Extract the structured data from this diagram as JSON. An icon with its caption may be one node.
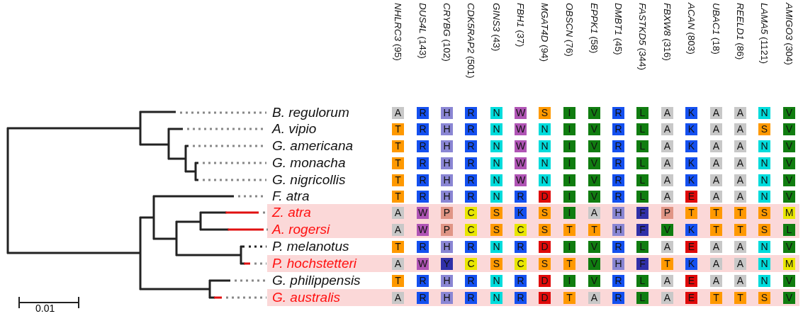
{
  "diagram": {
    "labels": [
      "*NHLRC3* (95)",
      "*DUS4L* (143)",
      "*CRYBG* (102)",
      "*CDK5RAP2* (501)",
      "*GINS3* (43)",
      "*FBH1* (37)",
      "*MGAT4D* (94)",
      "*OBSCN* (76)",
      "*EPPK1* (58)",
      "*DMBT1* (45)",
      "*FASTKD5* (344)",
      "*FBXW8* (316)",
      "*ACAN* (803)",
      "*UBAC1* (18)",
      "*REELD1* (86)",
      "*LAMA5* (1121)",
      "*AMIGO3* (304)",
      "B. regulorum",
      "A",
      "R",
      "H",
      "R",
      "N",
      "W",
      "S",
      "I",
      "V",
      "R",
      "L",
      "A",
      "K",
      "A",
      "A",
      "N",
      "V",
      "A. vipio",
      "T",
      "R",
      "H",
      "R",
      "N",
      "W",
      "N",
      "I",
      "V",
      "R",
      "L",
      "A",
      "K",
      "A",
      "A",
      "S",
      "V",
      "G. americana",
      "T",
      "R",
      "H",
      "R",
      "N",
      "W",
      "N",
      "I",
      "V",
      "R",
      "L",
      "A",
      "K",
      "A",
      "A",
      "N",
      "V",
      "G. monacha",
      "T",
      "R",
      "H",
      "R",
      "N",
      "W",
      "N",
      "I",
      "V",
      "R",
      "L",
      "A",
      "K",
      "A",
      "A",
      "N",
      "V",
      "G. nigricollis",
      "T",
      "R",
      "H",
      "R",
      "N",
      "W",
      "N",
      "I",
      "V",
      "R",
      "L",
      "A",
      "K",
      "A",
      "A",
      "N",
      "V",
      "F. atra",
      "T",
      "R",
      "H",
      "R",
      "N",
      "R",
      "D",
      "I",
      "V",
      "R",
      "L",
      "A",
      "E",
      "A",
      "A",
      "N",
      "V",
      "Z. atra",
      "A",
      "W",
      "P",
      "C",
      "S",
      "K",
      "S",
      "I",
      "A",
      "H",
      "F",
      "P",
      "T",
      "T",
      "T",
      "S",
      "M",
      "A. rogersi",
      "A",
      "W",
      "P",
      "C",
      "S",
      "C",
      "S",
      "T",
      "T",
      "H",
      "F",
      "V",
      "K",
      "T",
      "T",
      "S",
      "L",
      "P. melanotus",
      "T",
      "R",
      "H",
      "R",
      "N",
      "R",
      "D",
      "I",
      "V",
      "R",
      "L",
      "A",
      "E",
      "A",
      "A",
      "N",
      "V",
      "P. hochstetteri",
      "A",
      "W",
      "Y",
      "C",
      "S",
      "C",
      "S",
      "T",
      "V",
      "H",
      "F",
      "T",
      "K",
      "A",
      "A",
      "N",
      "M",
      "G. philippensis",
      "T",
      "R",
      "H",
      "R",
      "N",
      "R",
      "D",
      "I",
      "V",
      "R",
      "L",
      "A",
      "E",
      "A",
      "A",
      "N",
      "V",
      "G. australis",
      "A",
      "R",
      "H",
      "R",
      "N",
      "R",
      "D",
      "T",
      "A",
      "R",
      "L",
      "A",
      "E",
      "T",
      "T",
      "S",
      "V",
      "0.01"
    ]
  }
}
